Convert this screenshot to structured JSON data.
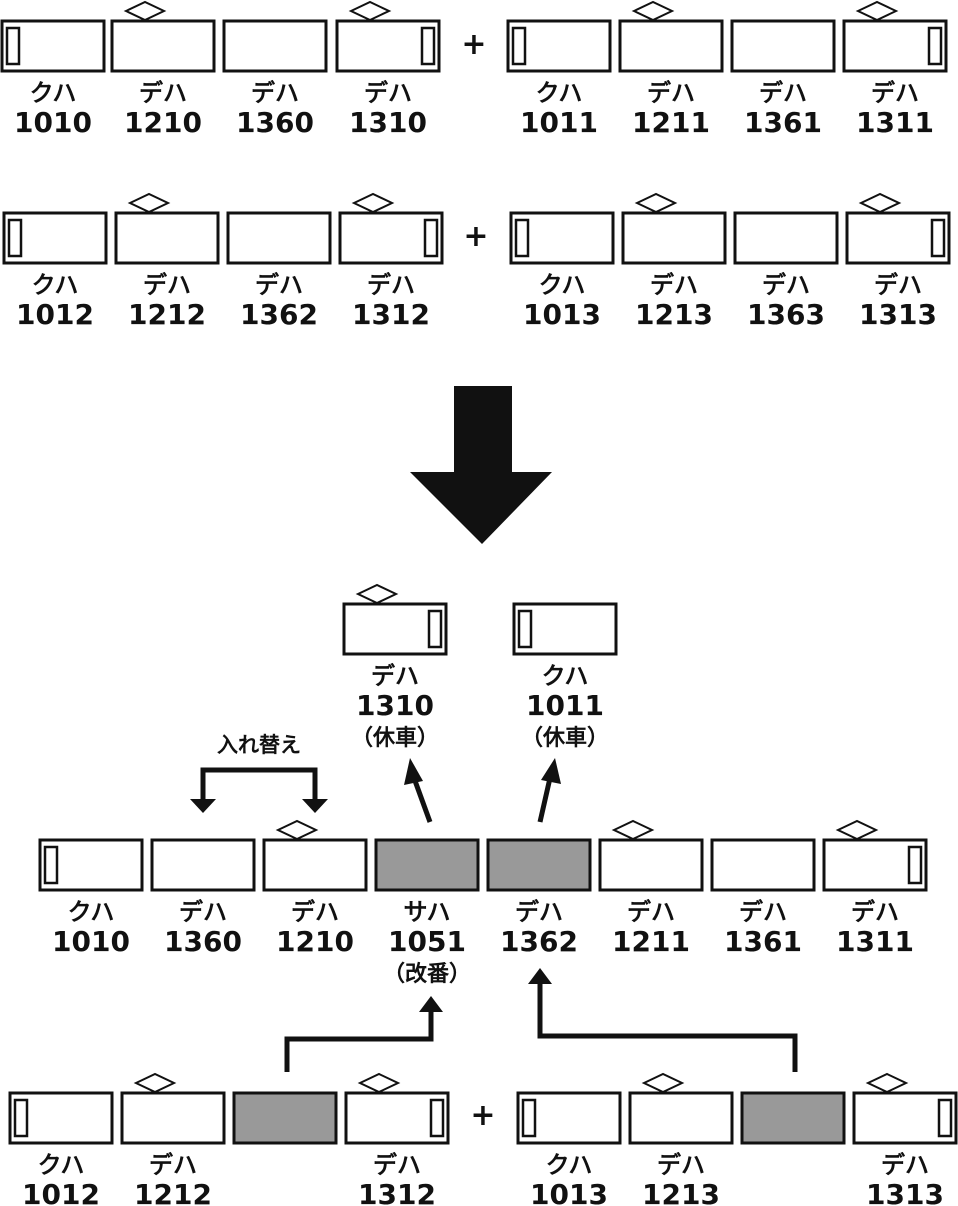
{
  "colors": {
    "line": "#111111",
    "car_body": "#ffffff",
    "car_modified": "#999999",
    "arrow": "#111111"
  },
  "before": {
    "rows": [
      {
        "left_set": [
          {
            "type": "クハ",
            "number": "1010",
            "cab": "left",
            "pantograph": false
          },
          {
            "type": "デハ",
            "number": "1210",
            "cab": "none",
            "pantograph": true
          },
          {
            "type": "デハ",
            "number": "1360",
            "cab": "none",
            "pantograph": false
          },
          {
            "type": "デハ",
            "number": "1310",
            "cab": "right",
            "pantograph": true
          }
        ],
        "joiner": "+",
        "right_set": [
          {
            "type": "クハ",
            "number": "1011",
            "cab": "left",
            "pantograph": false
          },
          {
            "type": "デハ",
            "number": "1211",
            "cab": "none",
            "pantograph": true
          },
          {
            "type": "デハ",
            "number": "1361",
            "cab": "none",
            "pantograph": false
          },
          {
            "type": "デハ",
            "number": "1311",
            "cab": "right",
            "pantograph": true
          }
        ]
      },
      {
        "left_set": [
          {
            "type": "クハ",
            "number": "1012",
            "cab": "left",
            "pantograph": false
          },
          {
            "type": "デハ",
            "number": "1212",
            "cab": "none",
            "pantograph": true
          },
          {
            "type": "デハ",
            "number": "1362",
            "cab": "none",
            "pantograph": false
          },
          {
            "type": "デハ",
            "number": "1312",
            "cab": "right",
            "pantograph": true
          }
        ],
        "joiner": "+",
        "right_set": [
          {
            "type": "クハ",
            "number": "1013",
            "cab": "left",
            "pantograph": false
          },
          {
            "type": "デハ",
            "number": "1213",
            "cab": "none",
            "pantograph": true
          },
          {
            "type": "デハ",
            "number": "1363",
            "cab": "none",
            "pantograph": false
          },
          {
            "type": "デハ",
            "number": "1313",
            "cab": "right",
            "pantograph": true
          }
        ]
      }
    ]
  },
  "laid_up": [
    {
      "type": "デハ",
      "number": "1310",
      "note": "（休車）",
      "cab": "right",
      "pantograph": true
    },
    {
      "type": "クハ",
      "number": "1011",
      "note": "（休車）",
      "cab": "left",
      "pantograph": false
    }
  ],
  "swap_label": "入れ替え",
  "after": {
    "cars": [
      {
        "type": "クハ",
        "number": "1010",
        "note": "",
        "cab": "left",
        "pantograph": false,
        "modified": false
      },
      {
        "type": "デハ",
        "number": "1360",
        "note": "",
        "cab": "none",
        "pantograph": false,
        "modified": false
      },
      {
        "type": "デハ",
        "number": "1210",
        "note": "",
        "cab": "none",
        "pantograph": true,
        "modified": false
      },
      {
        "type": "サハ",
        "number": "1051",
        "note": "（改番）",
        "cab": "none",
        "pantograph": false,
        "modified": true
      },
      {
        "type": "デハ",
        "number": "1362",
        "note": "",
        "cab": "none",
        "pantograph": false,
        "modified": true
      },
      {
        "type": "デハ",
        "number": "1211",
        "note": "",
        "cab": "none",
        "pantograph": true,
        "modified": false
      },
      {
        "type": "デハ",
        "number": "1361",
        "note": "",
        "cab": "none",
        "pantograph": false,
        "modified": false
      },
      {
        "type": "デハ",
        "number": "1311",
        "note": "",
        "cab": "right",
        "pantograph": true,
        "modified": false
      }
    ]
  },
  "bottom": {
    "left_set": [
      {
        "type": "クハ",
        "number": "1012",
        "cab": "left",
        "pantograph": false,
        "modified": false
      },
      {
        "type": "デハ",
        "number": "1212",
        "cab": "none",
        "pantograph": true,
        "modified": false
      },
      {
        "type": "",
        "number": "",
        "cab": "none",
        "pantograph": false,
        "modified": true
      },
      {
        "type": "デハ",
        "number": "1312",
        "cab": "right",
        "pantograph": true,
        "modified": false
      }
    ],
    "joiner": "+",
    "right_set": [
      {
        "type": "クハ",
        "number": "1013",
        "cab": "left",
        "pantograph": false,
        "modified": false
      },
      {
        "type": "デハ",
        "number": "1213",
        "cab": "none",
        "pantograph": true,
        "modified": false
      },
      {
        "type": "",
        "number": "",
        "cab": "none",
        "pantograph": false,
        "modified": true
      },
      {
        "type": "デハ",
        "number": "1313",
        "cab": "right",
        "pantograph": true,
        "modified": false
      }
    ]
  }
}
